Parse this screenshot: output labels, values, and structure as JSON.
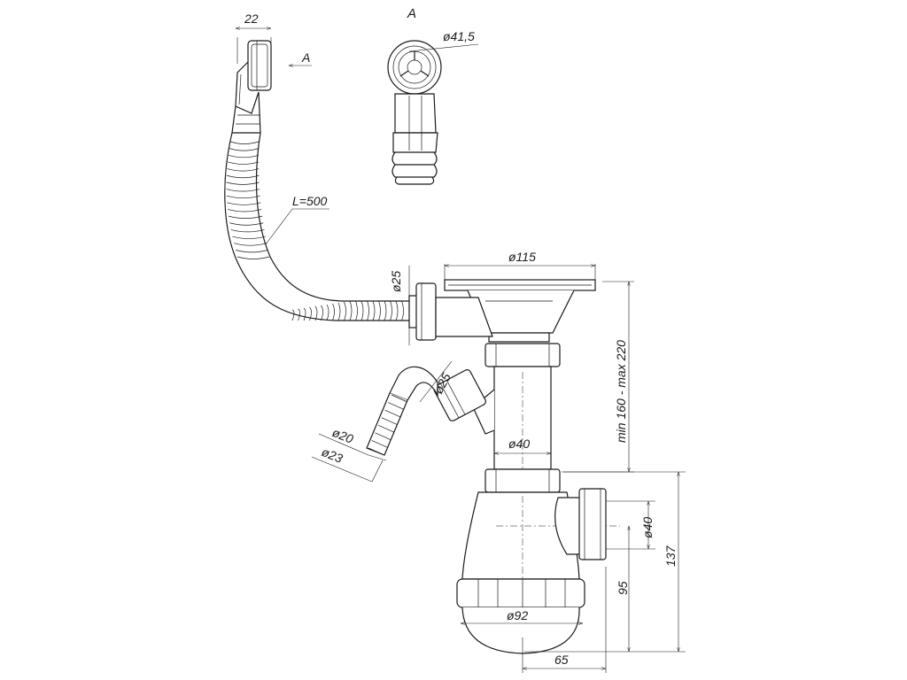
{
  "labels": {
    "top_width": "22",
    "view_arrow": "A",
    "view_title": "A",
    "view_diameter": "ø41,5",
    "hose_length": "L=500",
    "connector_diameter": "ø25",
    "bowl_diameter": "ø115",
    "height_range": "min 160 - max 220",
    "side_outlet": "ø25",
    "hose_inner": "ø20",
    "hose_outer": "ø23",
    "pipe_diameter": "ø40",
    "outlet_diameter": "ø40",
    "outlet_height": "95",
    "total_height": "137",
    "trap_diameter": "ø92",
    "offset": "65"
  }
}
